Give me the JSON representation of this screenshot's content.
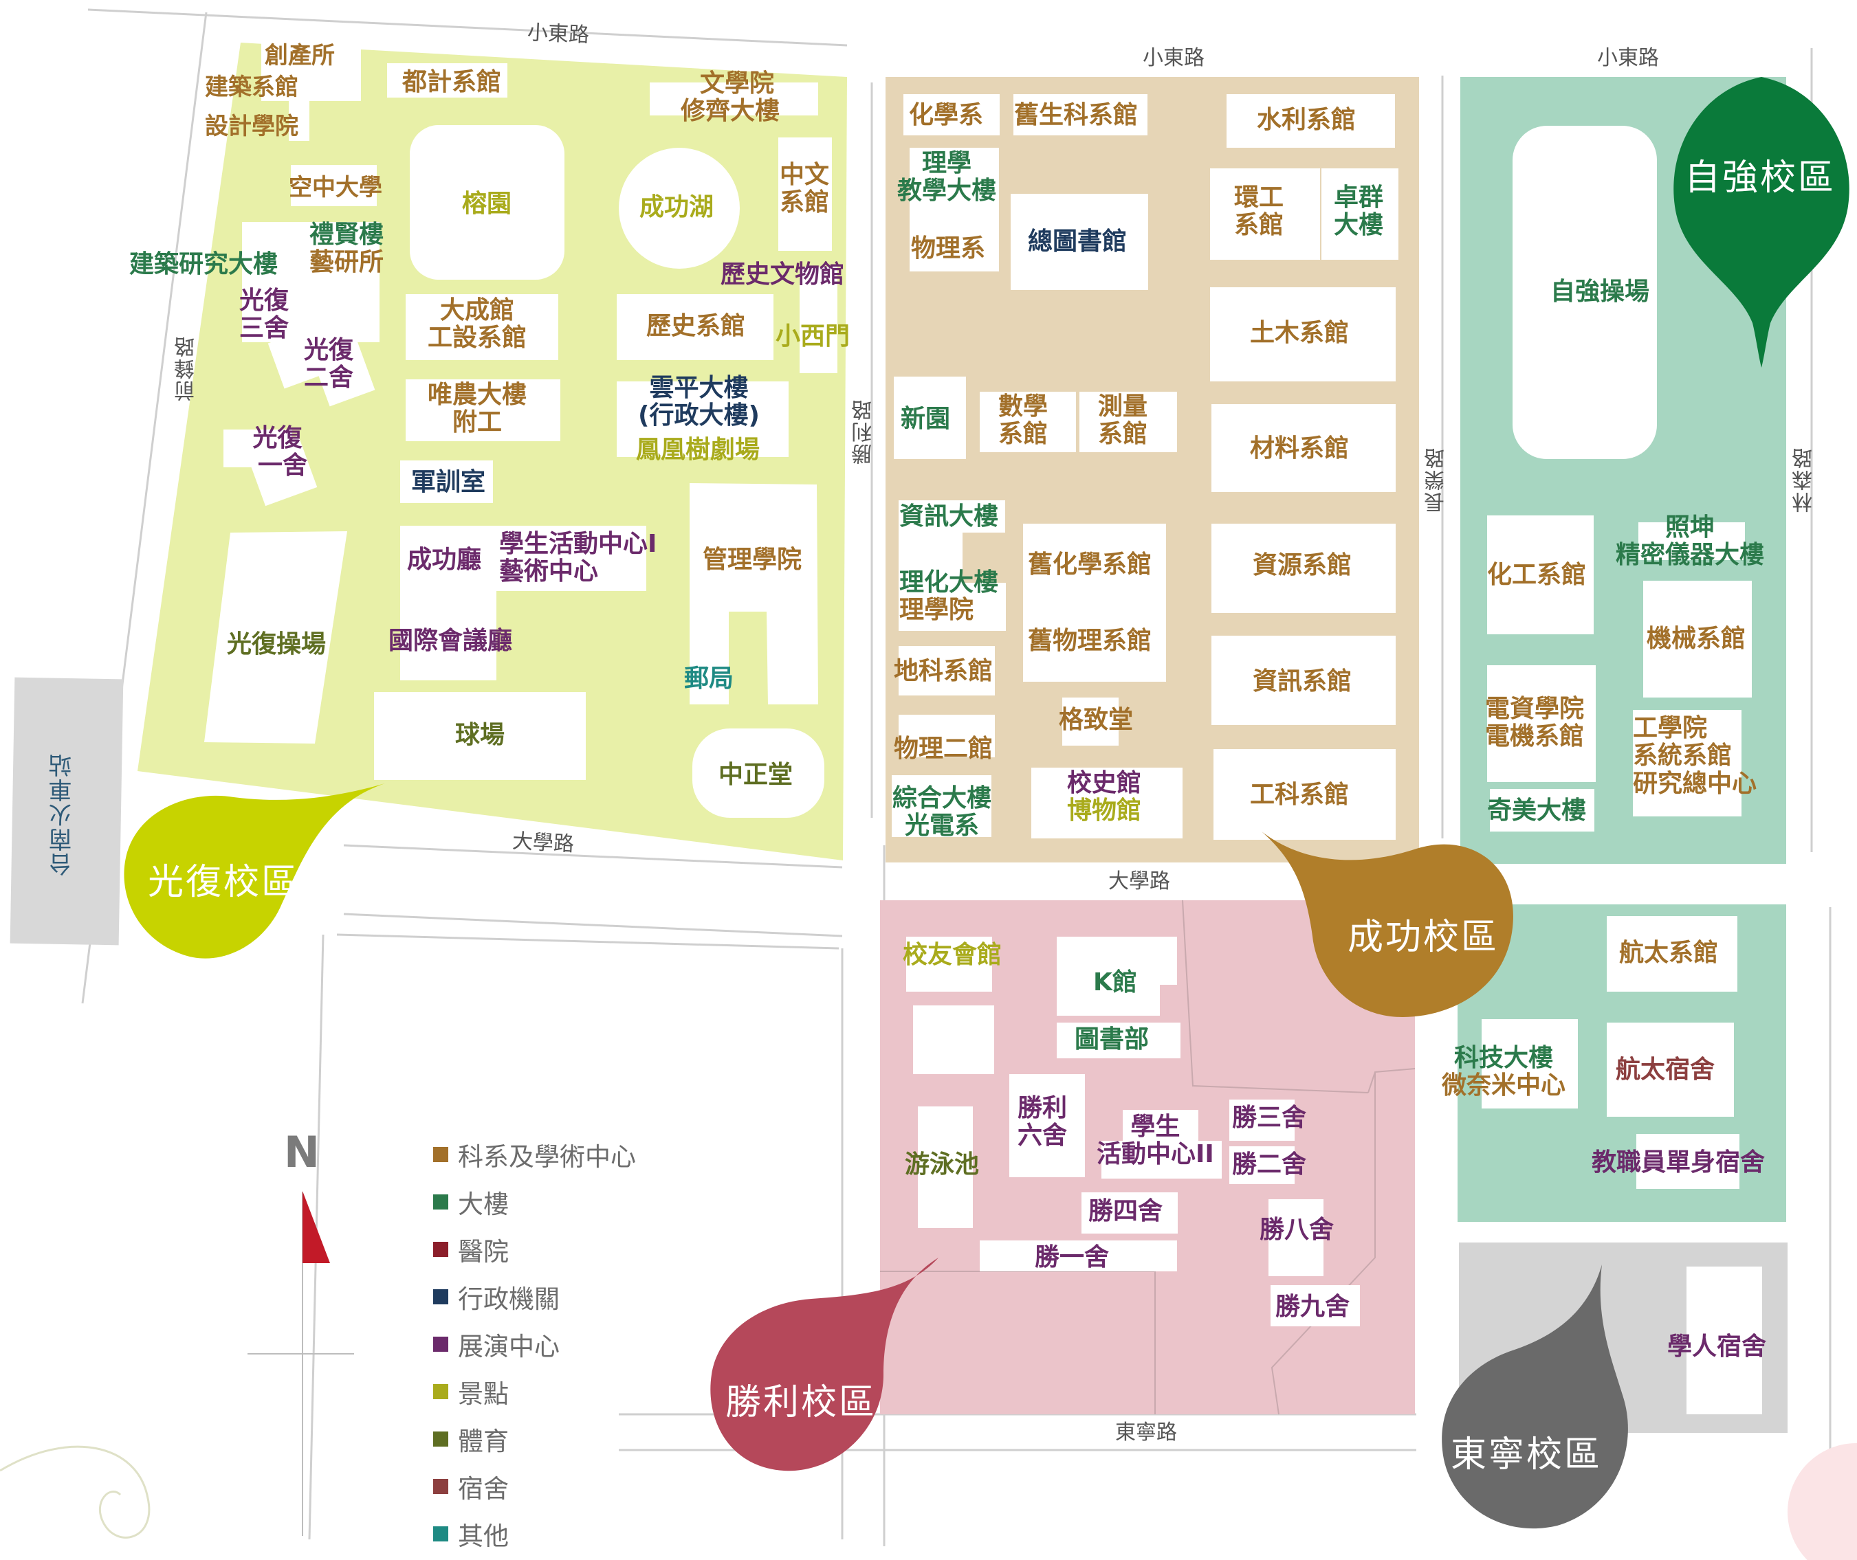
{
  "roads": {
    "xiaodong_1": "小東路",
    "xiaodong_2": "小東路",
    "xiaodong_3": "小東路",
    "qianfeng": "前鋒路",
    "shengli": "勝利路",
    "changrong": "長榮路",
    "linsen": "林森路",
    "daxue_1": "大學路",
    "daxue_2": "大學路",
    "dongning": "東寧路",
    "station": "台南火車站"
  },
  "campuses": {
    "guangfu": "光復校區",
    "chenggong": "成功校區",
    "ziqiang": "自強校區",
    "shengli": "勝利校區",
    "dongning": "東寧校區"
  },
  "colors": {
    "guangfu_area": "#e8f0a8",
    "chenggong_area": "#e6d5b6",
    "ziqiang_area": "#a7d6c1",
    "shengli_area": "#ebc4ca",
    "dongning_area": "#d4d4d4",
    "pin_guangfu": "#c7d300",
    "pin_chenggong": "#b07e2a",
    "pin_ziqiang": "#0a7a3a",
    "pin_shengli": "#b5485a",
    "pin_dongning": "#6a6a6a",
    "dept": "#a2702a",
    "building": "#2b7a4b",
    "admin": "#1f3b5e",
    "performance": "#6b2a6b",
    "scenic": "#a9ab1c",
    "sports": "#5e6e22",
    "dorm": "#8c3f3f",
    "other": "#1e8a83"
  },
  "labels": {
    "chuangchan": "創產所",
    "jianzhu_dept": "建築系館",
    "sheji": "設計學院",
    "duji": "都計系館",
    "wenxueyuan_1": "文學院",
    "wenxueyuan_2": "修齊大樓",
    "kongzhong": "空中大學",
    "rongyuan": "榕園",
    "chenggonghu": "成功湖",
    "zhongwen_1": "中文",
    "zhongwen_2": "系館",
    "lixian_1": "禮賢樓",
    "lixian_2": "藝研所",
    "jianyan": "建築研究大樓",
    "lishiwenwu": "歷史文物館",
    "gf3_1": "光復",
    "gf3_2": "三舍",
    "gf2_1": "光復",
    "gf2_2": "二舍",
    "gf1_1": "光復",
    "gf1_2": "一舍",
    "dacheng_1": "大成館",
    "dacheng_2": "工設系館",
    "lishixi": "歷史系館",
    "xiaoximen": "小西門",
    "weinong_1": "唯農大樓",
    "weinong_2": "附工",
    "yunping_1": "雲平大樓",
    "yunping_2": "(行政大樓)",
    "fenghuang": "鳳凰樹劇場",
    "junxun": "軍訓室",
    "chenggongting": "成功廳",
    "xuesheng1_1": "學生活動中心I",
    "xuesheng1_2": "藝術中心",
    "guanli": "管理學院",
    "guangfucaochang": "光復操場",
    "guojihuiyi": "國際會議廳",
    "youju": "郵局",
    "qiuchang": "球場",
    "zhongzheng": "中正堂",
    "huaxue": "化學系",
    "jiushengke": "舊生科系館",
    "shuili": "水利系館",
    "lixue": "理學",
    "jiaoxue": "教學大樓",
    "huangong_1": "環工",
    "huangong_2": "系館",
    "zhuoqun_1": "卓群",
    "zhuoqun_2": "大樓",
    "wuli": "物理系",
    "zongtu": "總圖書館",
    "tumu": "土木系館",
    "xinyuan": "新園",
    "shuxue_1": "數學",
    "shuxue_2": "系館",
    "celiang_1": "測量",
    "celiang_2": "系館",
    "cailiao": "材料系館",
    "zixundalou": "資訊大樓",
    "jiuhuaxue": "舊化學系館",
    "ziyuan": "資源系館",
    "lihua_1": "理化大樓",
    "lihua_2": "理學院",
    "jiuwuli": "舊物理系館",
    "dike": "地科系館",
    "zixunxi": "資訊系館",
    "gezhi": "格致堂",
    "wulier": "物理二館",
    "xiaoshi": "校史館",
    "bowu": "博物館",
    "gongke": "工科系館",
    "zonghe": "綜合大樓",
    "guangdian": "光電系",
    "ziqiangcaochang": "自強操場",
    "huagong": "化工系館",
    "zhaokun_1": "照坤",
    "zhaokun_2": "精密儀器大樓",
    "jixie": "機械系館",
    "dianzi_1": "電資學院",
    "dianzi_2": "電機系館",
    "gongxueyuan_1": "工學院",
    "gongxueyuan_2": "系統系館",
    "gongxueyuan_3": "研究總中心",
    "qimei": "奇美大樓",
    "xiaoyou": "校友會館",
    "kguan": "K館",
    "tushubu": "圖書部",
    "hangtai": "航太系館",
    "keji_1": "科技大樓",
    "keji_2": "微奈米中心",
    "hangtaisushe": "航太宿舍",
    "sl6_1": "勝利",
    "sl6_2": "六舍",
    "xuesheng2_1": "學生",
    "xuesheng2_2": "活動中心II",
    "sheng3": "勝三舍",
    "youyongchi": "游泳池",
    "sheng2": "勝二舍",
    "jiaozhiyuan": "教職員單身宿舍",
    "sheng4": "勝四舍",
    "sheng8": "勝八舍",
    "sheng1": "勝一舍",
    "sheng9": "勝九舍",
    "xueren": "學人宿舍"
  },
  "compass": {
    "north": "N"
  },
  "legend": [
    {
      "label": "科系及學術中心",
      "color": "#a2702a"
    },
    {
      "label": "大樓",
      "color": "#2b7a4b"
    },
    {
      "label": "醫院",
      "color": "#8b1e2a"
    },
    {
      "label": "行政機關",
      "color": "#1f3b5e"
    },
    {
      "label": "展演中心",
      "color": "#6b2a6b"
    },
    {
      "label": "景點",
      "color": "#a9ab1c"
    },
    {
      "label": "體育",
      "color": "#5e6e22"
    },
    {
      "label": "宿舍",
      "color": "#8c3f3f"
    },
    {
      "label": "其他",
      "color": "#1e8a83"
    }
  ]
}
